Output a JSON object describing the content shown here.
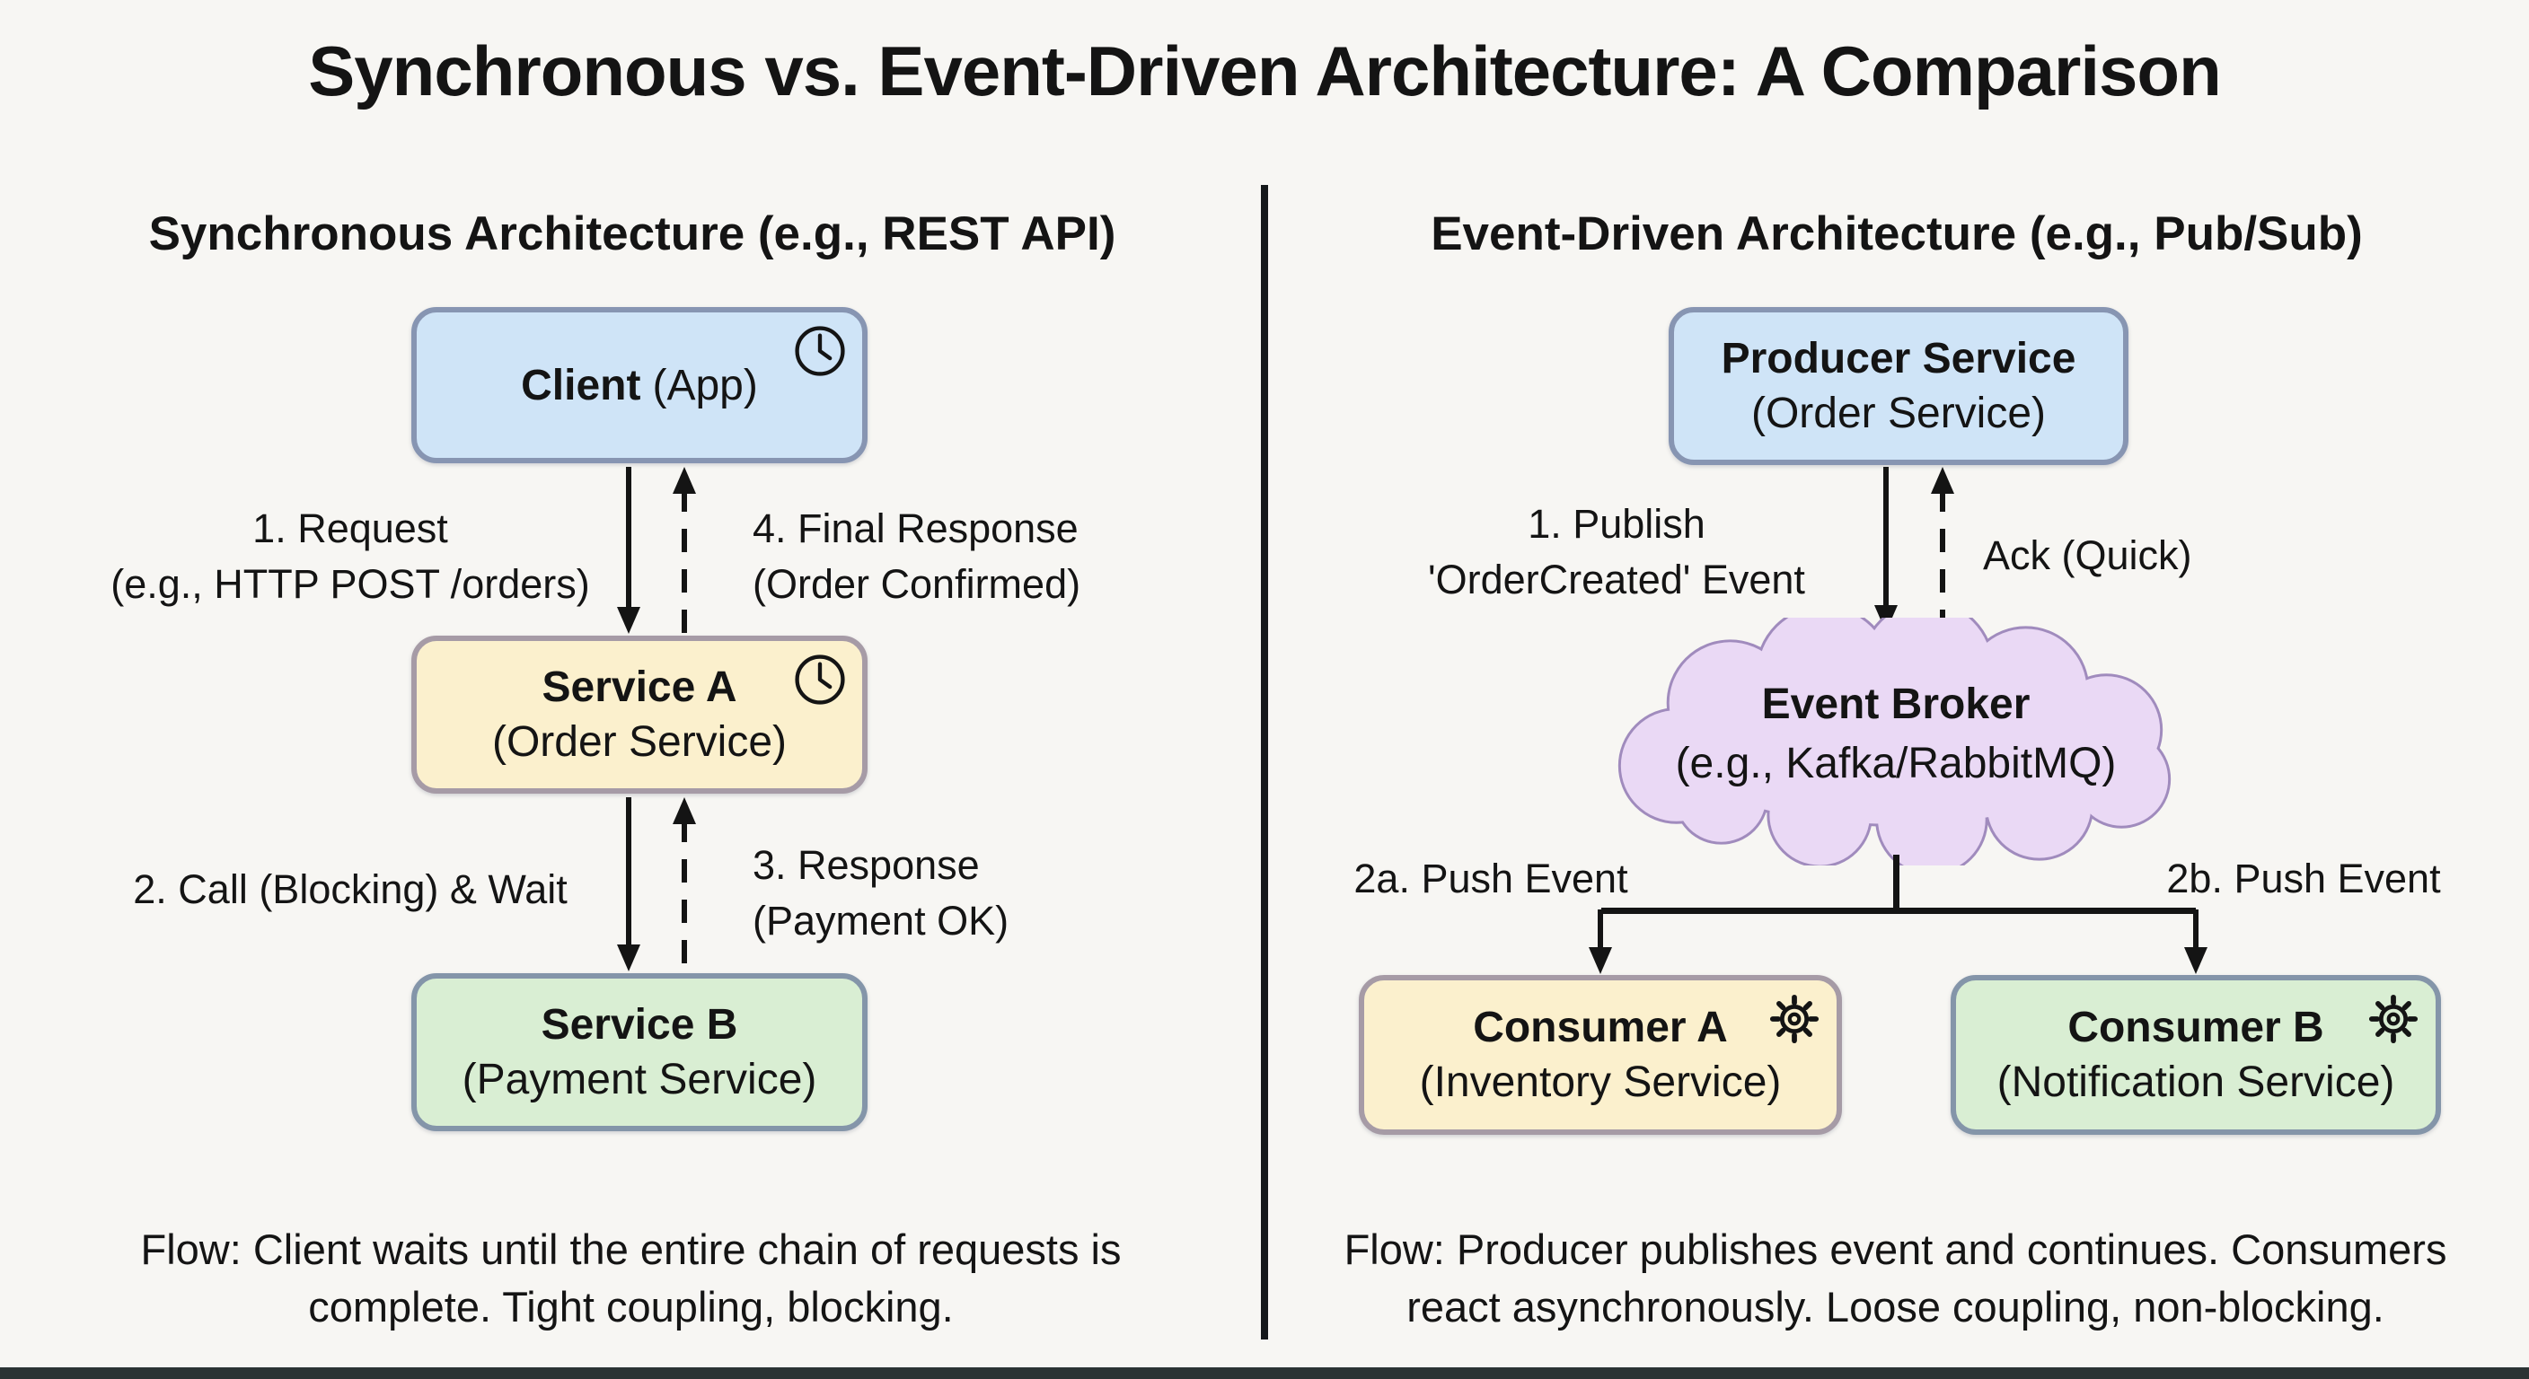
{
  "title": "Synchronous vs. Event-Driven Architecture: A Comparison",
  "left": {
    "heading": "Synchronous Architecture (e.g., REST API)",
    "nodes": {
      "client": {
        "title": "Client",
        "subtitle": "(App)",
        "icon": "clock"
      },
      "service_a": {
        "title": "Service A",
        "subtitle": "(Order Service)",
        "icon": "clock"
      },
      "service_b": {
        "title": "Service B",
        "subtitle": "(Payment Service)"
      }
    },
    "edges": {
      "request": "1. Request\n(e.g., HTTP POST /orders)",
      "final_response": "4. Final Response\n(Order Confirmed)",
      "call": "2. Call (Blocking) & Wait",
      "response": "3. Response\n(Payment OK)"
    },
    "flow_note": "Flow: Client waits until the entire chain of requests is\ncomplete. Tight coupling, blocking."
  },
  "right": {
    "heading": "Event-Driven Architecture (e.g., Pub/Sub)",
    "nodes": {
      "producer": {
        "title": "Producer Service",
        "subtitle": "(Order Service)"
      },
      "broker": {
        "title": "Event Broker",
        "subtitle": "(e.g., Kafka/RabbitMQ)",
        "shape": "cloud"
      },
      "consumer_a": {
        "title": "Consumer A",
        "subtitle": "(Inventory Service)",
        "icon": "gear"
      },
      "consumer_b": {
        "title": "Consumer B",
        "subtitle": "(Notification Service)",
        "icon": "gear"
      }
    },
    "edges": {
      "publish": "1. Publish\n'OrderCreated' Event",
      "ack": "Ack (Quick)",
      "push_a": "2a. Push Event",
      "push_b": "2b. Push Event"
    },
    "flow_note": "Flow: Producer publishes event and continues. Consumers\nreact asynchronously. Loose coupling, non-blocking."
  },
  "colors": {
    "background": "#f7f6f3",
    "node_blue": "#cfe4f7",
    "node_yellow": "#fbf0cd",
    "node_green": "#d9eed3",
    "cloud_purple": "#ead9f5",
    "cloud_border": "#a08bbd",
    "node_border": "#8e97a8",
    "line": "#141414",
    "footer_bar": "#2b3334"
  }
}
